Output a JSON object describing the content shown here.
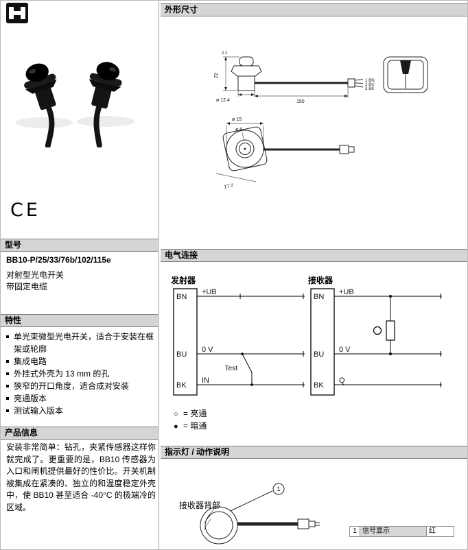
{
  "colors": {
    "header_bg": "#d5d5d5",
    "table_header_bg": "#d8d8d8",
    "drawing_stroke": "#222222"
  },
  "left": {
    "logo_icon": "brand-logo-h",
    "ce_mark": "CE",
    "model": {
      "header": "型号",
      "number": "BB10-P/25/33/76b/102/115e",
      "desc1": "对射型光电开关",
      "desc2": "带固定电缆"
    },
    "features": {
      "header": "特性",
      "items": [
        "单光束微型光电开关，适合于安装在框架或轮廓",
        "集成电路",
        "外挂式外壳为 13 mm 的孔",
        "狭窄的开口角度，适合成对安装",
        "亮通版本",
        "测试输入版本"
      ]
    },
    "product_info": {
      "header": "产品信息",
      "body": "安装非常简单：钻孔，夹紧传感器这样你就完成了。更重要的是，BB10 传感器为入口和闸机提供最好的性价比。开关机制被集成在紧凑的、独立的和温度稳定外壳中，使 BB10 甚至适合 -40°C 的极端冷的区域。"
    }
  },
  "right": {
    "dimensions": {
      "header": "外形尺寸",
      "dim_height": "22",
      "dim_top": "2.2",
      "dim_diameter": "ø 12.4",
      "dim_cable_length": "150",
      "wire1": "1  BN",
      "wire2": "2  BU",
      "wire3": "3  BK",
      "dim_circle_outer": "ø 15",
      "dim_circle_inner": "ø 6",
      "dim_width": "17.7"
    },
    "electrical": {
      "header": "电气连接",
      "emitter": {
        "title": "发射器",
        "pin1": "BN",
        "sig1": "+UB",
        "pin2": "BU",
        "sig2": "0 V",
        "pin3": "BK",
        "sig3": "IN",
        "test_label": "Test"
      },
      "receiver": {
        "title": "接收器",
        "pin1": "BN",
        "sig1": "+UB",
        "pin2": "BU",
        "sig2": "0 V",
        "pin3": "BK",
        "sig3": "Q"
      },
      "legend": [
        {
          "symbol": "○",
          "label": "=  亮通"
        },
        {
          "symbol": "●",
          "label": "=  暗通"
        }
      ]
    },
    "indicator": {
      "header": "指示灯 / 动作说明",
      "drawing_label": "接收器背部",
      "callout": "1",
      "table": {
        "col1": "1",
        "col2": "信号显示",
        "col3": "红"
      }
    }
  }
}
